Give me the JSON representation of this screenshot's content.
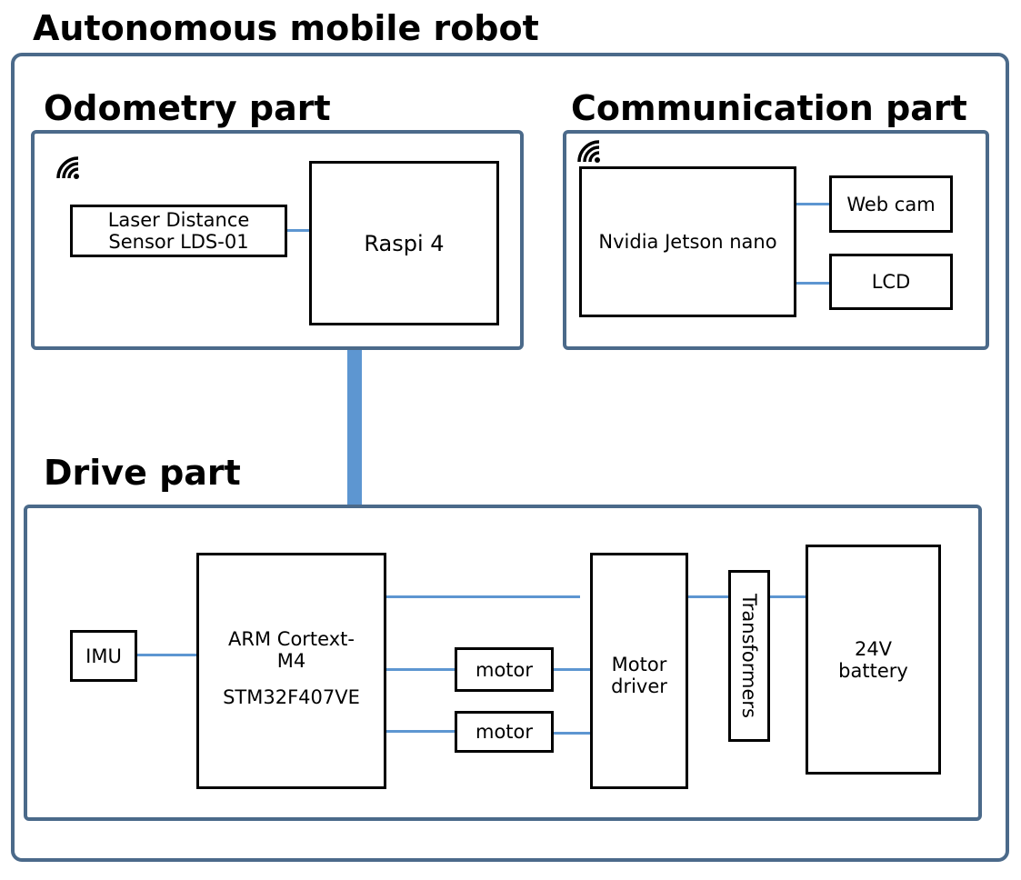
{
  "diagram": {
    "title": "Autonomous mobile robot",
    "odometry": {
      "title": "Odometry part",
      "lds": "Laser Distance\nSensor LDS-01",
      "raspi": "Raspi 4",
      "wifi_icon": "wifi-icon"
    },
    "communication": {
      "title": "Communication part",
      "jetson": "Nvidia Jetson nano",
      "webcam": "Web cam",
      "lcd": "LCD",
      "wifi_icon": "wifi-icon"
    },
    "drive": {
      "title": "Drive part",
      "imu": "IMU",
      "mcu_line1": "ARM Cortext-\nM4",
      "mcu_line2": "STM32F407VE",
      "motor1": "motor",
      "motor2": "motor",
      "motor_driver": "Motor\ndriver",
      "transformers": "Transformers",
      "battery": "24V\nbattery"
    },
    "colors": {
      "frame": "#4b6a8a",
      "connector": "#5d96d1",
      "box_border": "#000000"
    }
  }
}
